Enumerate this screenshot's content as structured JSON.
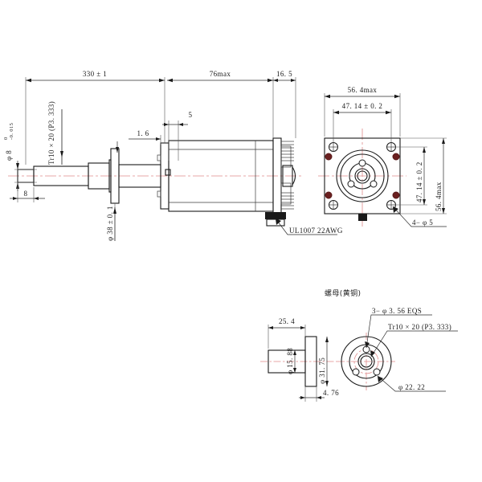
{
  "drawing": {
    "title": "Stepper motor with trapezoidal lead screw - dimensioned drawing",
    "units": "mm",
    "line_color": "#1a1a1a",
    "centerline_color": "#e08b8b"
  },
  "side_view": {
    "name": "side-elevation",
    "dims": {
      "screw_length": "330 ± 1",
      "body_length": "76max",
      "rear_length": "16. 5",
      "shaft_end_dia": "φ 8",
      "shaft_end_tol_upper": "0",
      "shaft_end_tol_lower": "-0. 015",
      "shaft_end_len": "8",
      "thread_spec": "Tr10 × 20 (P3. 333)",
      "flange_dia": "φ 38 ± 0. 1",
      "front_step": "1. 6",
      "boss_len": "5"
    },
    "callouts": [
      {
        "label": "UL1007  22AWG",
        "name": "wire-callout"
      }
    ]
  },
  "front_view": {
    "name": "front-elevation",
    "dims": {
      "outer_width": "56. 4max",
      "outer_height": "56. 4max",
      "bolt_pitch_h": "47. 14 ± 0. 2",
      "bolt_pitch_v": "47. 14 ± 0. 2",
      "mount_holes": "4− φ 5"
    }
  },
  "nut_view": {
    "name": "brass-nut-detail",
    "caption": "螺母(黄铜)",
    "dims": {
      "nut_length": "25. 4",
      "flange_thickness": "4. 76",
      "flange_dia": "φ 31. 75",
      "body_dia": "φ 15. 88",
      "hole_pattern": "3− φ 3. 56  EQS",
      "thread_spec": "Tr10 × 20 (P3. 333)",
      "bolt_circle": "φ 22. 22"
    }
  }
}
